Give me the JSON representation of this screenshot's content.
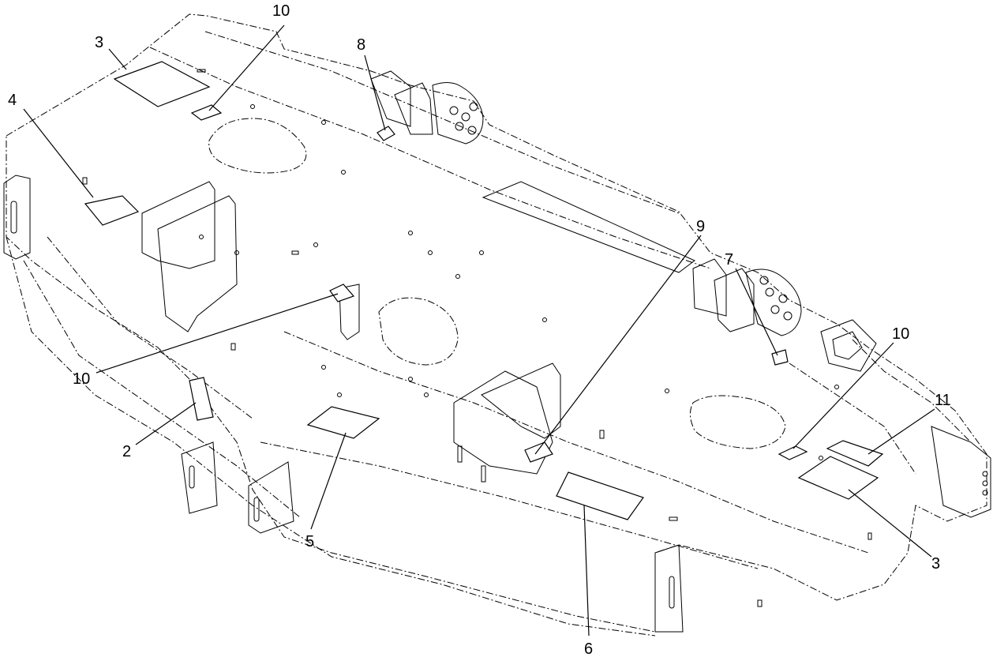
{
  "diagram": {
    "callouts": [
      {
        "id": "c3a",
        "label": "3"
      },
      {
        "id": "c10a",
        "label": "10"
      },
      {
        "id": "c8",
        "label": "8"
      },
      {
        "id": "c4",
        "label": "4"
      },
      {
        "id": "c9",
        "label": "9"
      },
      {
        "id": "c7",
        "label": "7"
      },
      {
        "id": "c10b",
        "label": "10"
      },
      {
        "id": "c10c",
        "label": "10"
      },
      {
        "id": "c11",
        "label": "11"
      },
      {
        "id": "c2",
        "label": "2"
      },
      {
        "id": "c5",
        "label": "5"
      },
      {
        "id": "c6",
        "label": "6"
      },
      {
        "id": "c3b",
        "label": "3"
      }
    ]
  }
}
